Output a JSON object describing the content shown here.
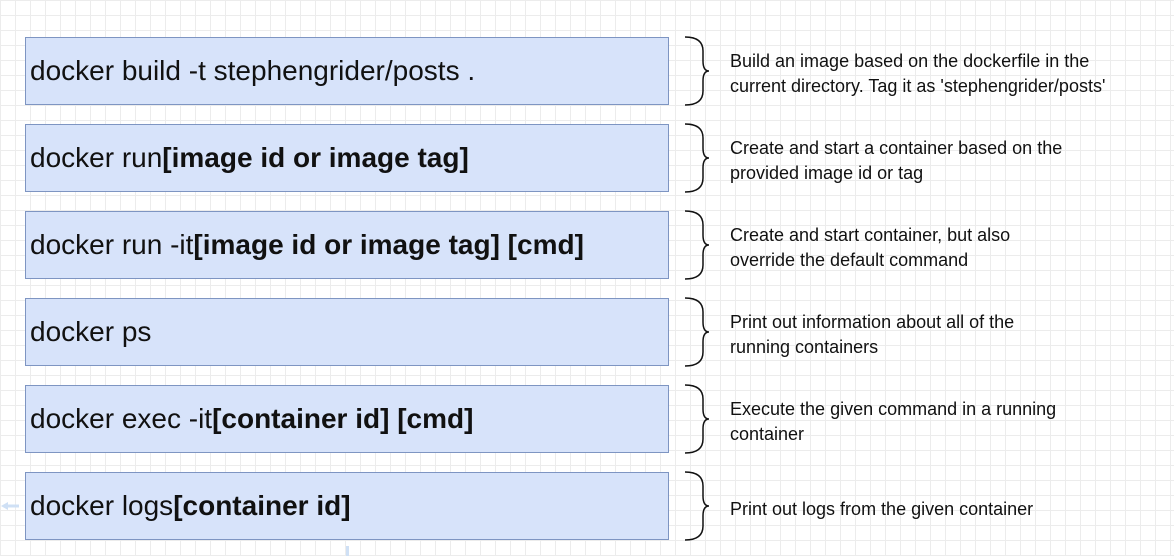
{
  "rows": [
    {
      "cmd_plain": "docker build -t stephengrider/posts .",
      "cmd_bold": "",
      "desc_line1": "Build an image based on the dockerfile in the",
      "desc_line2": "current directory.  Tag it as 'stephengrider/posts'"
    },
    {
      "cmd_plain": "docker run ",
      "cmd_bold": "[image id or image tag]",
      "desc_line1": "Create and start a container based on the",
      "desc_line2": "provided image id or tag"
    },
    {
      "cmd_plain": "docker run -it ",
      "cmd_bold": "[image id or image tag] [cmd]",
      "desc_line1": "Create and start container, but also",
      "desc_line2": "override the default command"
    },
    {
      "cmd_plain": "docker ps",
      "cmd_bold": "",
      "desc_line1": "Print out information about all of the",
      "desc_line2": "running containers"
    },
    {
      "cmd_plain": "docker exec -it ",
      "cmd_bold": "[container id] [cmd]",
      "desc_line1": "Execute the given command in a running",
      "desc_line2": "container"
    },
    {
      "cmd_plain": "docker logs ",
      "cmd_bold": "[container id]",
      "desc_line1": "Print out logs from the given container",
      "desc_line2": ""
    }
  ],
  "colors": {
    "box_fill": "#d7e3fa",
    "box_border": "#7e95c2",
    "text": "#111111"
  }
}
